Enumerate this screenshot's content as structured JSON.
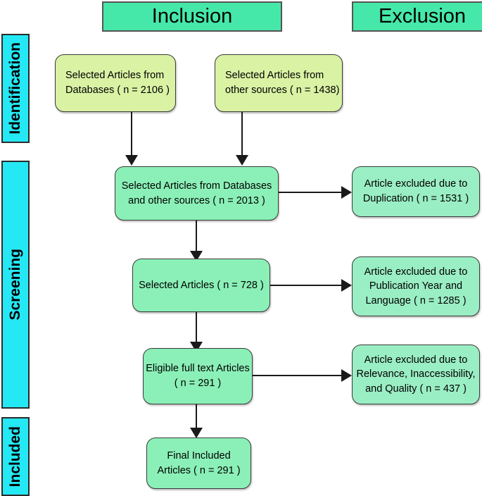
{
  "diagram": {
    "title": "PRISMA study selection flow diagram",
    "colors": {
      "phase_bar": "#25e8f5",
      "column_header": "#45e8a8",
      "identification_box": "#d9f2a4",
      "screening_box": "#8bf0b7",
      "exclusion_box": "#9aeec4",
      "connector": "#1a1a1a"
    }
  },
  "phases": [
    {
      "label": "Identification"
    },
    {
      "label": "Screening"
    },
    {
      "label": "Included"
    }
  ],
  "columns": [
    {
      "label": "Inclusion"
    },
    {
      "label": "Exclusion"
    }
  ],
  "nodes": {
    "databases": {
      "lines": [
        "Selected Articles from",
        "Databases ( n = 2106 )"
      ],
      "count": 2106
    },
    "other_sources": {
      "lines": [
        "Selected Articles from",
        "other sources ( n = 1438)"
      ],
      "count": 1438
    },
    "combined": {
      "lines": [
        "Selected Articles from Databases",
        "and other sources ( n = 2013 )"
      ],
      "count": 2013
    },
    "excluded_duplication": {
      "lines": [
        "Article excluded due to",
        "Duplication ( n = 1531 )"
      ],
      "count": 1531
    },
    "selected": {
      "lines": [
        "Selected Articles  ( n = 728 )"
      ],
      "count": 728
    },
    "excluded_year_language": {
      "lines": [
        "Article excluded due to",
        "Publication Year and",
        "Language ( n = 1285 )"
      ],
      "count": 1285
    },
    "eligible": {
      "lines": [
        "Eligible full text Articles",
        "( n = 291 )"
      ],
      "count": 291
    },
    "excluded_relevance": {
      "lines": [
        "Article excluded due to",
        "Relevance, Inaccessibility,",
        "and Quality ( n = 437 )"
      ],
      "count": 437
    },
    "final_included": {
      "lines": [
        "Final Included",
        "Articles ( n = 291 )"
      ],
      "count": 291
    }
  }
}
